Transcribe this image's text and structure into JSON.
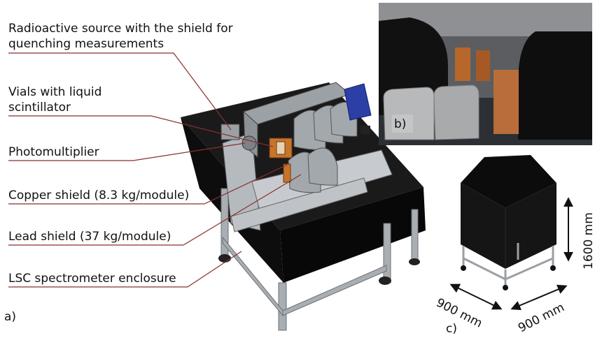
{
  "panel_a": {
    "tag": "a)",
    "callouts": [
      {
        "id": "source",
        "text": "Radioactive source with the shield for\nquenching measurements"
      },
      {
        "id": "vials",
        "text": "Vials with liquid\nscintillator"
      },
      {
        "id": "pmt",
        "text": "Photomultiplier"
      },
      {
        "id": "copper",
        "text": "Copper shield (8.3 kg/module)"
      },
      {
        "id": "lead",
        "text": "Lead shield (37 kg/module)"
      },
      {
        "id": "enclosure",
        "text": "LSC spectrometer enclosure"
      }
    ]
  },
  "panel_b": {
    "tag": "b)"
  },
  "panel_c": {
    "tag": "c)",
    "height": "1600 mm",
    "width_left": "900 mm",
    "width_right": "900 mm"
  },
  "colors": {
    "callout_line": "#8b2e2e",
    "enclosure": "#151515",
    "frame": "#a9aeb3",
    "copper": "#c8742a",
    "lead": "#9ea3a9"
  }
}
